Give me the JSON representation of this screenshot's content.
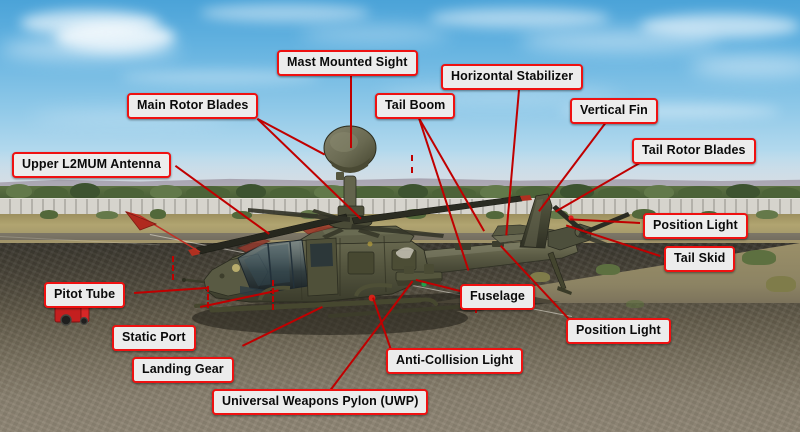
{
  "image": {
    "subject": "OH-58D Kiowa Warrior helicopter exterior diagram",
    "colors": {
      "callout_border": "#ef1111",
      "callout_fill": "#ececec",
      "callout_text": "#0a0a0a",
      "leader_line": "#c00000",
      "sky_top": "#4ba3d8",
      "sky_horizon": "#d8e3e8",
      "tarmac": "#5a5344",
      "airframe": "#4f5140"
    }
  },
  "callouts": [
    {
      "id": "mast-mounted-sight",
      "label": "Mast Mounted Sight"
    },
    {
      "id": "main-rotor-blades",
      "label": "Main Rotor Blades"
    },
    {
      "id": "horizontal-stabilizer",
      "label": "Horizontal Stabilizer"
    },
    {
      "id": "tail-boom",
      "label": "Tail Boom"
    },
    {
      "id": "vertical-fin",
      "label": "Vertical Fin"
    },
    {
      "id": "upper-l2mum-antenna",
      "label": "Upper L2MUM Antenna"
    },
    {
      "id": "tail-rotor-blades",
      "label": "Tail Rotor Blades"
    },
    {
      "id": "position-light-upper",
      "label": "Position Light"
    },
    {
      "id": "tail-skid",
      "label": "Tail Skid"
    },
    {
      "id": "pitot-tube",
      "label": "Pitot Tube"
    },
    {
      "id": "fuselage",
      "label": "Fuselage"
    },
    {
      "id": "static-port",
      "label": "Static Port"
    },
    {
      "id": "position-light-lower",
      "label": "Position Light"
    },
    {
      "id": "landing-gear",
      "label": "Landing Gear"
    },
    {
      "id": "anti-collision-light",
      "label": "Anti-Collision Light"
    },
    {
      "id": "universal-weapons-pylon",
      "label": "Universal Weapons Pylon (UWP)"
    }
  ]
}
